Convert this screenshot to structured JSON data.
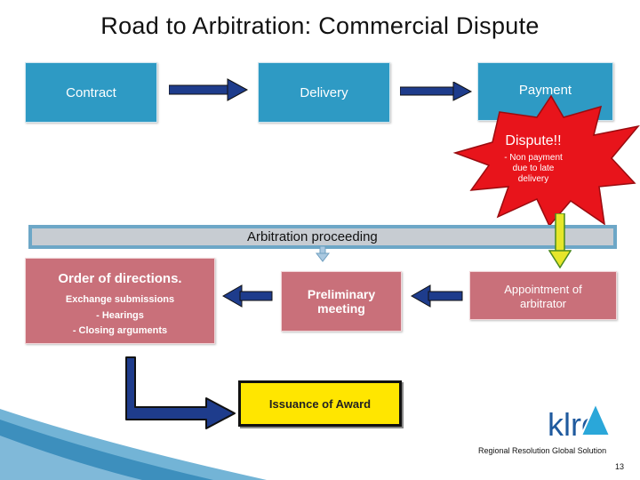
{
  "title": "Road to Arbitration: Commercial Dispute",
  "top_row": {
    "contract": "Contract",
    "delivery": "Delivery",
    "payment": "Payment"
  },
  "dispute": {
    "heading": "Dispute!!",
    "detail_line1": "- Non payment",
    "detail_line2": "due to late",
    "detail_line3": "delivery"
  },
  "proceeding_bar": "Arbitration proceeding",
  "directions": {
    "heading": "Order of directions.",
    "line1": "Exchange submissions",
    "line2": "- Hearings",
    "line3": "- Closing arguments"
  },
  "preliminary": {
    "line1": "Preliminary",
    "line2": "meeting"
  },
  "appointment": {
    "line1": "Appointment of",
    "line2": "arbitrator"
  },
  "award": "Issuance of Award",
  "logo": {
    "text": "klrc"
  },
  "tagline": "Regional Resolution Global Solution",
  "page_number": "13",
  "colors": {
    "blue_box": "#2e9ac4",
    "pink_box": "#c9707a",
    "dispute_burst": "#e8141b",
    "award": "#ffe600",
    "arrow_yellow": "#e6e62a"
  }
}
